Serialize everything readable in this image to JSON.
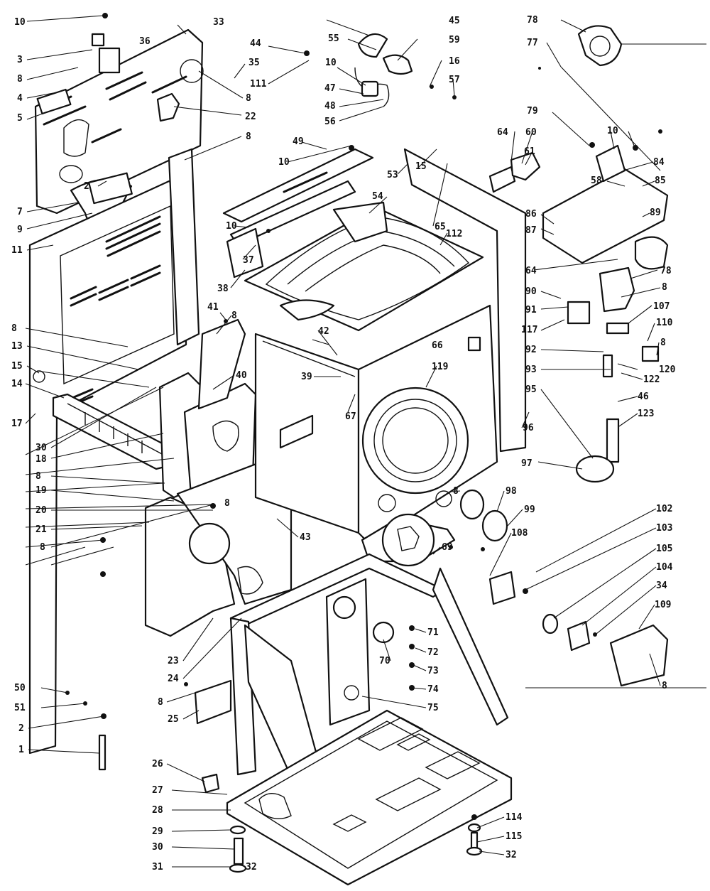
{
  "colors": {
    "ink": "#111111",
    "paper": "#ffffff"
  },
  "callouts": [
    {
      "id": "c10a",
      "text": "10"
    },
    {
      "id": "c3",
      "text": "3"
    },
    {
      "id": "c36",
      "text": "36"
    },
    {
      "id": "c8a",
      "text": "8"
    },
    {
      "id": "c4",
      "text": "4"
    },
    {
      "id": "c5",
      "text": "5"
    },
    {
      "id": "c33",
      "text": "33"
    },
    {
      "id": "c44",
      "text": "44"
    },
    {
      "id": "c35",
      "text": "35"
    },
    {
      "id": "c111",
      "text": "111"
    },
    {
      "id": "c8b",
      "text": "8"
    },
    {
      "id": "c22",
      "text": "22"
    },
    {
      "id": "c8c",
      "text": "8"
    },
    {
      "id": "c2a",
      "text": "2"
    },
    {
      "id": "c7",
      "text": "7"
    },
    {
      "id": "c9",
      "text": "9"
    },
    {
      "id": "c11",
      "text": "11"
    },
    {
      "id": "c45",
      "text": "45"
    },
    {
      "id": "c55",
      "text": "55"
    },
    {
      "id": "c59",
      "text": "59"
    },
    {
      "id": "c10b",
      "text": "10"
    },
    {
      "id": "c16",
      "text": "16"
    },
    {
      "id": "c57",
      "text": "57"
    },
    {
      "id": "c47",
      "text": "47"
    },
    {
      "id": "c48",
      "text": "48"
    },
    {
      "id": "c56",
      "text": "56"
    },
    {
      "id": "c78a",
      "text": "78"
    },
    {
      "id": "c77",
      "text": "77"
    },
    {
      "id": "c79",
      "text": "79"
    },
    {
      "id": "c64a",
      "text": "64"
    },
    {
      "id": "c60",
      "text": "60"
    },
    {
      "id": "c61",
      "text": "61"
    },
    {
      "id": "c10c",
      "text": "10"
    },
    {
      "id": "c84",
      "text": "84"
    },
    {
      "id": "c58",
      "text": "58"
    },
    {
      "id": "c85",
      "text": "85"
    },
    {
      "id": "c86",
      "text": "86"
    },
    {
      "id": "c89",
      "text": "89"
    },
    {
      "id": "c87",
      "text": "87"
    },
    {
      "id": "c49",
      "text": "49"
    },
    {
      "id": "c10d",
      "text": "10"
    },
    {
      "id": "c53",
      "text": "53"
    },
    {
      "id": "c15a",
      "text": "15"
    },
    {
      "id": "c54",
      "text": "54"
    },
    {
      "id": "c65",
      "text": "65"
    },
    {
      "id": "c112",
      "text": "112"
    },
    {
      "id": "c10e",
      "text": "10"
    },
    {
      "id": "c37",
      "text": "37"
    },
    {
      "id": "c38",
      "text": "38"
    },
    {
      "id": "c64b",
      "text": "64"
    },
    {
      "id": "c78b",
      "text": "78"
    },
    {
      "id": "c90",
      "text": "90"
    },
    {
      "id": "c8d",
      "text": "8"
    },
    {
      "id": "c91",
      "text": "91"
    },
    {
      "id": "c107",
      "text": "107"
    },
    {
      "id": "c117",
      "text": "117"
    },
    {
      "id": "c110",
      "text": "110"
    },
    {
      "id": "c92",
      "text": "92"
    },
    {
      "id": "c8e",
      "text": "8"
    },
    {
      "id": "c93",
      "text": "93"
    },
    {
      "id": "c120",
      "text": "120"
    },
    {
      "id": "c122",
      "text": "122"
    },
    {
      "id": "c95",
      "text": "95"
    },
    {
      "id": "c46",
      "text": "46"
    },
    {
      "id": "c123",
      "text": "123"
    },
    {
      "id": "c8f",
      "text": "8"
    },
    {
      "id": "c13",
      "text": "13"
    },
    {
      "id": "c15b",
      "text": "15"
    },
    {
      "id": "c14",
      "text": "14"
    },
    {
      "id": "c17",
      "text": "17"
    },
    {
      "id": "c41",
      "text": "41"
    },
    {
      "id": "c8g",
      "text": "8"
    },
    {
      "id": "c40",
      "text": "40"
    },
    {
      "id": "c42",
      "text": "42"
    },
    {
      "id": "c66",
      "text": "66"
    },
    {
      "id": "c39",
      "text": "39"
    },
    {
      "id": "c67",
      "text": "67"
    },
    {
      "id": "c119",
      "text": "119"
    },
    {
      "id": "c96",
      "text": "96"
    },
    {
      "id": "c97",
      "text": "97"
    },
    {
      "id": "c30",
      "text": "30"
    },
    {
      "id": "c18",
      "text": "18"
    },
    {
      "id": "c8h",
      "text": "8"
    },
    {
      "id": "c19",
      "text": "19"
    },
    {
      "id": "c8i",
      "text": "8"
    },
    {
      "id": "c20",
      "text": "20"
    },
    {
      "id": "c21",
      "text": "21"
    },
    {
      "id": "c8j",
      "text": "8"
    },
    {
      "id": "c43",
      "text": "43"
    },
    {
      "id": "c8k",
      "text": "8"
    },
    {
      "id": "c98",
      "text": "98"
    },
    {
      "id": "c99",
      "text": "99"
    },
    {
      "id": "c102",
      "text": "102"
    },
    {
      "id": "c103",
      "text": "103"
    },
    {
      "id": "c108",
      "text": "108"
    },
    {
      "id": "c69",
      "text": "69"
    },
    {
      "id": "c105",
      "text": "105"
    },
    {
      "id": "c104",
      "text": "104"
    },
    {
      "id": "c34",
      "text": "34"
    },
    {
      "id": "c109",
      "text": "109"
    },
    {
      "id": "c8l",
      "text": "8"
    },
    {
      "id": "c71",
      "text": "71"
    },
    {
      "id": "c72",
      "text": "72"
    },
    {
      "id": "c70",
      "text": "70"
    },
    {
      "id": "c73",
      "text": "73"
    },
    {
      "id": "c74",
      "text": "74"
    },
    {
      "id": "c75",
      "text": "75"
    },
    {
      "id": "c23",
      "text": "23"
    },
    {
      "id": "c24",
      "text": "24"
    },
    {
      "id": "c50",
      "text": "50"
    },
    {
      "id": "c51",
      "text": "51"
    },
    {
      "id": "c8m",
      "text": "8"
    },
    {
      "id": "c25",
      "text": "25"
    },
    {
      "id": "c2b",
      "text": "2"
    },
    {
      "id": "c1",
      "text": "1"
    },
    {
      "id": "c26",
      "text": "26"
    },
    {
      "id": "c27",
      "text": "27"
    },
    {
      "id": "c28",
      "text": "28"
    },
    {
      "id": "c29",
      "text": "29"
    },
    {
      "id": "c30b",
      "text": "30"
    },
    {
      "id": "c31",
      "text": "31"
    },
    {
      "id": "c32a",
      "text": "32"
    },
    {
      "id": "c114",
      "text": "114"
    },
    {
      "id": "c115",
      "text": "115"
    },
    {
      "id": "c32b",
      "text": "32"
    }
  ]
}
